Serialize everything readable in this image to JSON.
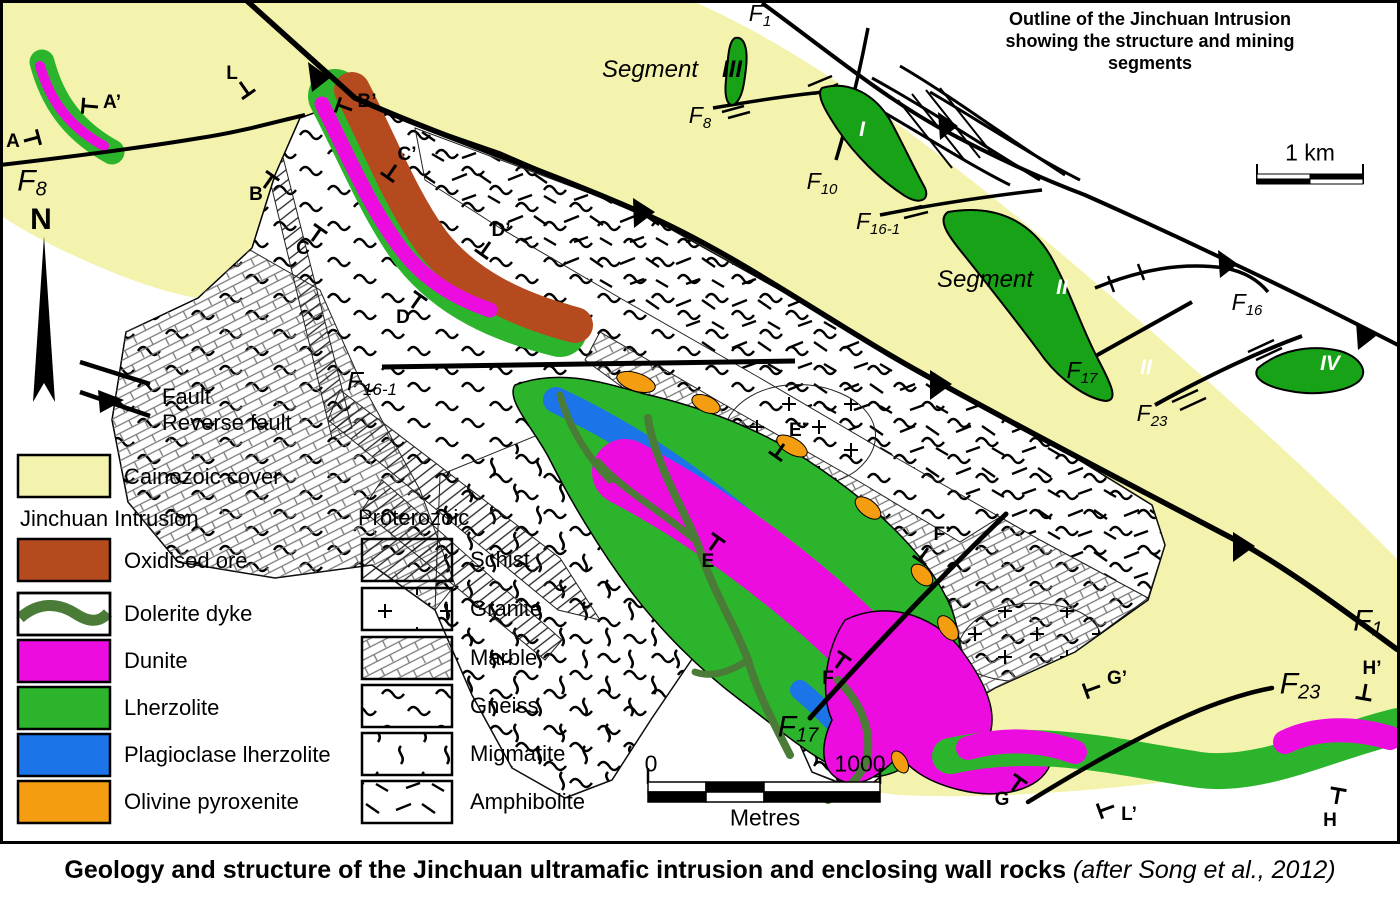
{
  "colors": {
    "cover": "#f3f3ae",
    "oxidised_ore": "#b54a1e",
    "dolerite": "#4a7c38",
    "dunite": "#ec0ce0",
    "lherzolite": "#2cb52c",
    "plagioclase": "#1b74e8",
    "olivine": "#f59d10",
    "inset_green": "#17a217",
    "fault": "#000000"
  },
  "caption": {
    "main": "Geology and structure of the Jinchuan ultramafic intrusion and enclosing wall rocks",
    "ref": "(after Song et al., 2012)"
  },
  "north_label": "N",
  "legend": {
    "fault": "Fault",
    "reverse_fault": "Reverse fault",
    "cover_label": "Cainozoic cover",
    "intrusion_heading": "Jinchuan Intrusion",
    "intrusion_items": [
      {
        "label": "Oxidised ore"
      },
      {
        "label": "Dolerite dyke"
      },
      {
        "label": "Dunite"
      },
      {
        "label": "Lherzolite"
      },
      {
        "label": "Plagioclase lherzolite"
      },
      {
        "label": "Olivine pyroxenite"
      }
    ],
    "proterozoic_heading": "Proterozoic",
    "proterozoic_items": [
      {
        "label": "Schist"
      },
      {
        "label": "Granite"
      },
      {
        "label": "Marble"
      },
      {
        "label": "Gneiss"
      },
      {
        "label": "Migmatite"
      },
      {
        "label": "Amphibolite"
      }
    ]
  },
  "main_scale": {
    "zero": "0",
    "end": "1000",
    "unit": "Metres"
  },
  "inset": {
    "title1": "Outline of the Jinchuan Intrusion",
    "title2": "showing the structure and mining",
    "title3": "segments",
    "scale_label": "1 km",
    "segment_word": "Segment",
    "seg_iii": "III",
    "seg_i": "I",
    "seg_ii_word_target": "II",
    "seg_ii_lower": "II",
    "seg_iv": "IV",
    "faults": {
      "f1": {
        "f": "F",
        "sub": "1"
      },
      "f8": {
        "f": "F",
        "sub": "8"
      },
      "f10": {
        "f": "F",
        "sub": "10"
      },
      "f161": {
        "f": "F",
        "sub": "16-1"
      },
      "f16": {
        "f": "F",
        "sub": "16"
      },
      "f17": {
        "f": "F",
        "sub": "17"
      },
      "f23": {
        "f": "F",
        "sub": "23"
      }
    }
  },
  "map": {
    "faults": {
      "f8": {
        "f": "F",
        "sub": "8"
      },
      "f161": {
        "f": "F",
        "sub": "16-1"
      },
      "f17": {
        "f": "F",
        "sub": "17"
      },
      "f23": {
        "f": "F",
        "sub": "23"
      },
      "f1": {
        "f": "F",
        "sub": "1"
      }
    },
    "sections": {
      "a": "A",
      "a_p": "A’",
      "b": "B",
      "b_p": "B’",
      "c": "C",
      "c_p": "C’",
      "d": "D",
      "d_p": "D’",
      "e": "E",
      "e_p": "E’",
      "f": "F",
      "f_p": "F’",
      "g": "G",
      "g_p": "G’",
      "h": "H",
      "h_p": "H’",
      "l": "L",
      "l_p": "L’"
    }
  }
}
